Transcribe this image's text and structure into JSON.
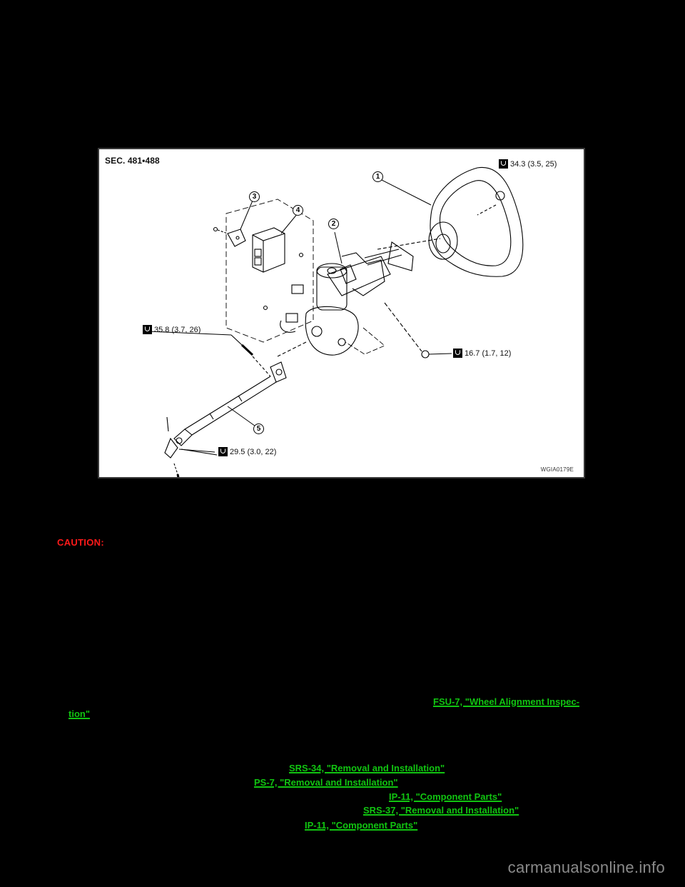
{
  "figure": {
    "section_label": "SEC. 481•488",
    "figure_id": "WGIA0179E",
    "callouts": [
      {
        "number": "1",
        "part": "steering-wheel"
      },
      {
        "number": "2",
        "part": "steering-column-assembly"
      },
      {
        "number": "3",
        "part": "bracket"
      },
      {
        "number": "4",
        "part": "control-unit"
      },
      {
        "number": "5",
        "part": "lower-shaft"
      }
    ],
    "torque_specs": [
      {
        "icon": "torque-wrench-icon",
        "value": "34.3 (3.5, 25)"
      },
      {
        "icon": "torque-wrench-icon",
        "value": "35.8 (3.7, 26)"
      },
      {
        "icon": "torque-wrench-icon",
        "value": "16.7 (1.7, 12)"
      },
      {
        "icon": "torque-wrench-icon",
        "value": "29.5 (3.0, 22)"
      }
    ]
  },
  "body": {
    "caution_label": "CAUTION:",
    "colors": {
      "caution": "#ff1a1a",
      "link": "#11c411",
      "background": "#000000",
      "watermark": "#8a8a8a"
    }
  },
  "links": [
    {
      "text_line1": "FSU-7, \"Wheel Alignment Inspec-",
      "text_line2": "tion\""
    },
    {
      "text": "SRS-34, \"Removal and Installation\""
    },
    {
      "text": "PS-7, \"Removal and Installation\""
    },
    {
      "text": "IP-11, \"Component Parts\""
    },
    {
      "text": "SRS-37, \"Removal and Installation\""
    },
    {
      "text": "IP-11, \"Component Parts\""
    }
  ],
  "watermark": "carmanualsonline.info"
}
